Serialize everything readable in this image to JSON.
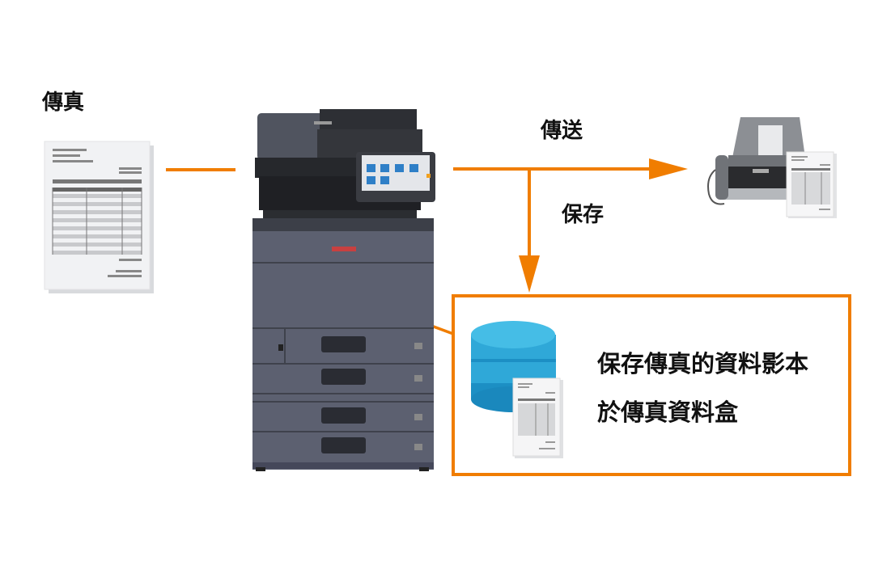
{
  "diagram": {
    "labels": {
      "fax_in": "傳真",
      "send": "傳送",
      "save": "保存"
    },
    "storage_box": {
      "line1": "保存傳真的資料影本",
      "line2": "於傳真資料盒"
    },
    "nodes": [
      {
        "id": "incoming-fax-document",
        "icon": "document-icon"
      },
      {
        "id": "multifunction-printer",
        "icon": "printer-icon"
      },
      {
        "id": "fax-machine",
        "icon": "fax-machine-icon"
      },
      {
        "id": "fax-box-storage",
        "icon": "database-icon"
      }
    ],
    "colors": {
      "accent": "#F07D00",
      "database": "#2FA8D8",
      "printer_body": "#5C6070",
      "text": "#111111"
    }
  }
}
